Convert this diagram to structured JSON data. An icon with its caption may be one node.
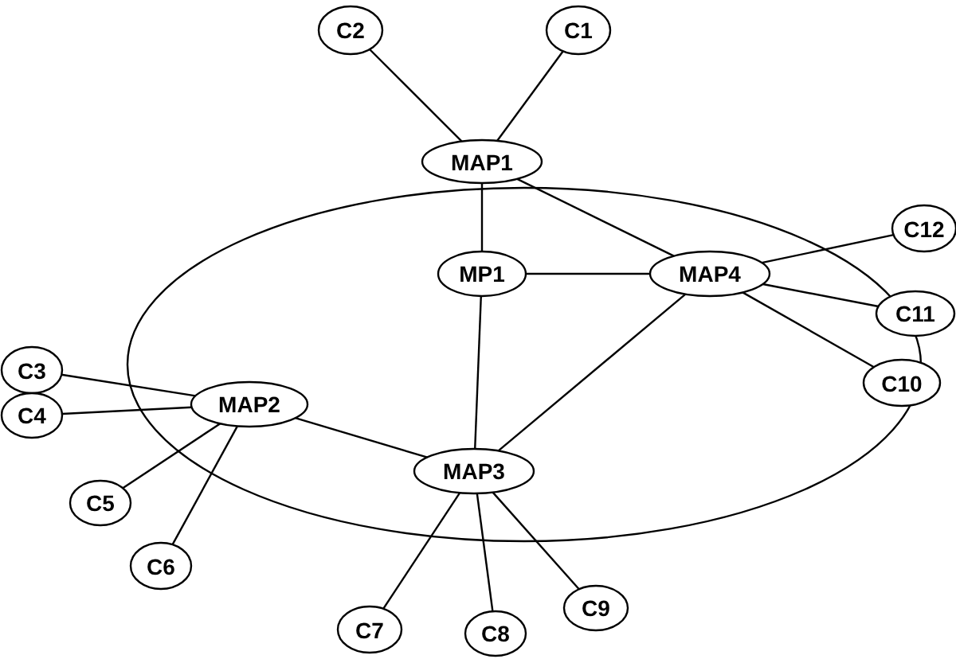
{
  "diagram": {
    "nodes": [
      {
        "text": [],
        "shape": "circle"
      },
      {
        "text": [
          "C2"
        ]
      },
      {
        "text": [
          "C1"
        ]
      },
      {
        "text": [
          "MAP1"
        ]
      },
      {
        "text": [
          "C12"
        ]
      },
      {
        "text": [
          "MP1"
        ],
        "in": 0
      },
      {
        "text": [
          "MAP4"
        ],
        "in": 0
      },
      {
        "text": [
          "C11"
        ]
      },
      {
        "text": [
          "C3"
        ]
      },
      {
        "text": [
          "C10"
        ]
      },
      {
        "text": [
          "MAP2"
        ],
        "in": 0
      },
      {
        "text": [
          "C4"
        ]
      },
      {
        "text": [
          "MAP3"
        ],
        "in": 0
      },
      {
        "text": [
          "C5"
        ]
      },
      {
        "text": [
          "C6"
        ]
      },
      {
        "text": [
          "C7"
        ]
      },
      {
        "text": [
          "C8"
        ]
      },
      {
        "text": [
          "C9"
        ]
      }
    ],
    "edges": [
      {
        "from": 1,
        "to": 3,
        "arrow": "none"
      },
      {
        "from": 2,
        "to": 3,
        "arrow": "none"
      },
      {
        "from": 3,
        "to": 5,
        "arrow": "none"
      },
      {
        "from": 3,
        "to": 6,
        "arrow": "none"
      },
      {
        "from": 5,
        "to": 6,
        "arrow": "none"
      },
      {
        "from": 5,
        "to": 12,
        "arrow": "none"
      },
      {
        "from": 6,
        "to": 12,
        "arrow": "none"
      },
      {
        "from": 6,
        "to": 4,
        "arrow": "none"
      },
      {
        "from": 6,
        "to": 7,
        "arrow": "none"
      },
      {
        "from": 6,
        "to": 9,
        "arrow": "none"
      },
      {
        "from": 8,
        "to": 10,
        "arrow": "none"
      },
      {
        "from": 11,
        "to": 10,
        "arrow": "none"
      },
      {
        "from": 13,
        "to": 10,
        "arrow": "none"
      },
      {
        "from": 14,
        "to": 10,
        "arrow": "none"
      },
      {
        "from": 10,
        "to": 12,
        "arrow": "none"
      },
      {
        "from": 12,
        "to": 15,
        "arrow": "none"
      },
      {
        "from": 12,
        "to": 16,
        "arrow": "none"
      },
      {
        "from": 12,
        "to": 17,
        "arrow": "none"
      }
    ]
  }
}
